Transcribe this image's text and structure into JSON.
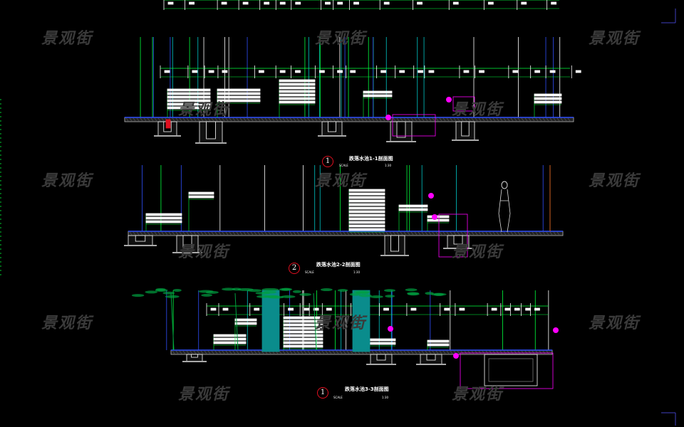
{
  "watermark": "景观街",
  "colors": {
    "green": "#00ff3c",
    "cyan": "#00c8c8",
    "white": "#ffffff",
    "blue": "#3050ff",
    "magenta": "#ff00ff",
    "red": "#e01020",
    "teal": "#0a8c8c",
    "tree": "#00a040",
    "orange": "#d06020"
  },
  "sections": [
    {
      "number": "1",
      "title": "跌落水池1-1剖面图",
      "scale_label": "SCALE",
      "scale": "1:30"
    },
    {
      "number": "2",
      "title": "跌落水池2-2剖面图",
      "scale_label": "SCALE",
      "scale": "1:30"
    },
    {
      "number": "1",
      "title": "跌落水池3-3剖面图",
      "scale_label": "SCALE",
      "scale": "1:30"
    }
  ]
}
